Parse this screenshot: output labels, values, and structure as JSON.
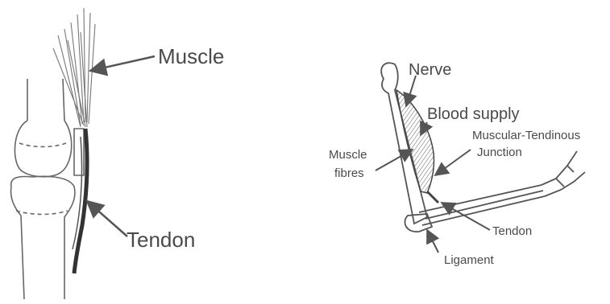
{
  "labels": {
    "muscle": "Muscle",
    "tendon_left": "Tendon",
    "nerve": "Nerve",
    "blood_supply": "Blood supply",
    "mtj_line1": "Muscular-Tendinous",
    "mtj_line2": "Junction",
    "fibres_line1": "Muscle",
    "fibres_line2": "fibres",
    "tendon_right": "Tendon",
    "ligament": "Ligament"
  }
}
